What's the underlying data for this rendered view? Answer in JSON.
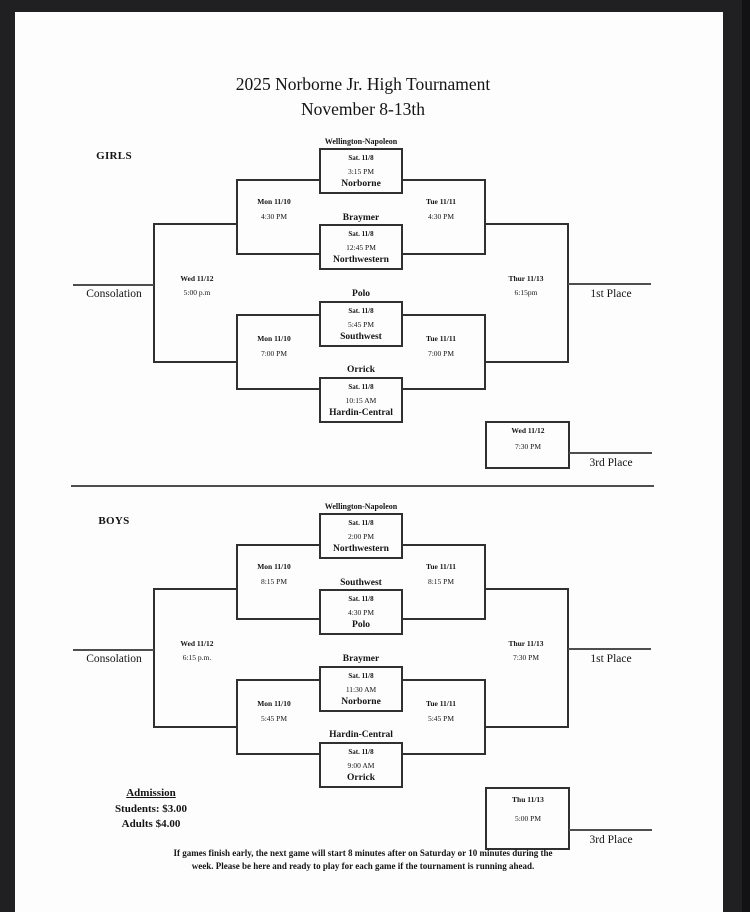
{
  "page": {
    "title_line1": "2025 Norborne Jr. High Tournament",
    "title_line2": "November 8-13th"
  },
  "girls": {
    "section_label": "GIRLS",
    "games": [
      {
        "top": "Wellington-Napoleon",
        "date": "Sat. 11/8",
        "time": "3:15 PM",
        "bottom": "Norborne"
      },
      {
        "top": "Braymer",
        "date": "Sat. 11/8",
        "time": "12:45 PM",
        "bottom": "Northwestern"
      },
      {
        "top": "Polo",
        "date": "Sat. 11/8",
        "time": "5:45 PM",
        "bottom": "Southwest"
      },
      {
        "top": "Orrick",
        "date": "Sat. 11/8",
        "time": "10:15 AM",
        "bottom": "Hardin-Central"
      }
    ],
    "semi_top": {
      "left_date": "Mon 11/10",
      "left_time": "4:30 PM",
      "right_date": "Tue 11/11",
      "right_time": "4:30 PM"
    },
    "semi_bottom": {
      "left_date": "Mon 11/10",
      "left_time": "7:00 PM",
      "right_date": "Tue 11/11",
      "right_time": "7:00 PM"
    },
    "consolation": {
      "date": "Wed 11/12",
      "time": "5:00 p.m",
      "label": "Consolation"
    },
    "final": {
      "date": "Thur 11/13",
      "time": "6:15pm",
      "label": "1st Place"
    },
    "third": {
      "date": "Wed 11/12",
      "time": "7:30 PM",
      "label": "3rd Place"
    }
  },
  "boys": {
    "section_label": "BOYS",
    "games": [
      {
        "top": "Wellington-Napoleon",
        "date": "Sat. 11/8",
        "time": "2:00 PM",
        "bottom": "Northwestern"
      },
      {
        "top": "Southwest",
        "date": "Sat. 11/8",
        "time": "4:30 PM",
        "bottom": "Polo"
      },
      {
        "top": "Braymer",
        "date": "Sat. 11/8",
        "time": "11:30 AM",
        "bottom": "Norborne"
      },
      {
        "top": "Hardin-Central",
        "date": "Sat. 11/8",
        "time": "9:00 AM",
        "bottom": "Orrick"
      }
    ],
    "semi_top": {
      "left_date": "Mon 11/10",
      "left_time": "8:15 PM",
      "right_date": "Tue 11/11",
      "right_time": "8:15 PM"
    },
    "semi_bottom": {
      "left_date": "Mon 11/10",
      "left_time": "5:45 PM",
      "right_date": "Tue 11/11",
      "right_time": "5:45 PM"
    },
    "consolation": {
      "date": "Wed 11/12",
      "time": "6:15 p.m.",
      "label": "Consolation"
    },
    "final": {
      "date": "Thur 11/13",
      "time": "7:30 PM",
      "label": "1st Place"
    },
    "third": {
      "date": "Thu 11/13",
      "time": "5:00 PM",
      "label": "3rd Place"
    }
  },
  "admission": {
    "heading": "Admission",
    "students": "Students: $3.00",
    "adults": "Adults $4.00"
  },
  "footer": {
    "line1": "If games finish early, the next game will start 8 minutes after on Saturday or 10 minutes during the",
    "line2": "week. Please be here and ready to play for each game if the tournament is running ahead."
  }
}
